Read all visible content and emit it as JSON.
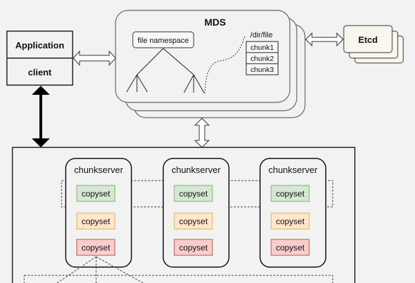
{
  "application": {
    "app_label": "Application",
    "client_label": "client"
  },
  "mds": {
    "title": "MDS",
    "namespace_label": "file namespace",
    "file_path": "/dir/file",
    "chunks": [
      "chunk1",
      "chunk2",
      "chunk3"
    ]
  },
  "etcd": {
    "label": "Etcd"
  },
  "cluster": {
    "chunkservers": [
      {
        "label": "chunkserver",
        "copysets": [
          "copyset",
          "copyset",
          "copyset"
        ]
      },
      {
        "label": "chunkserver",
        "copysets": [
          "copyset",
          "copyset",
          "copyset"
        ]
      },
      {
        "label": "chunkserver",
        "copysets": [
          "copyset",
          "copyset",
          "copyset"
        ]
      }
    ]
  },
  "colors": {
    "background": "#f2f2f2",
    "copyset_green_fill": "#d5e8d4",
    "copyset_green_stroke": "#82b366",
    "copyset_orange_fill": "#ffe6cc",
    "copyset_orange_stroke": "#d6b656",
    "copyset_red_fill": "#f8cecc",
    "copyset_red_stroke": "#b85450",
    "etcd_fill": "#f9f7ed"
  }
}
